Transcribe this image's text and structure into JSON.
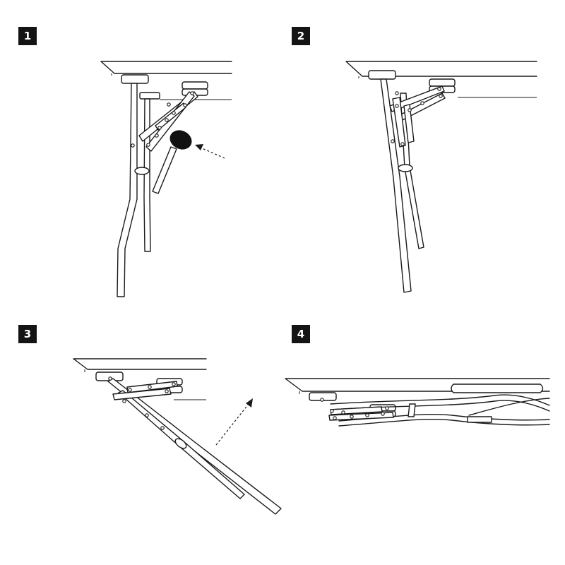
{
  "steps": [
    {
      "number": "1"
    },
    {
      "number": "2"
    },
    {
      "number": "3"
    },
    {
      "number": "4"
    }
  ],
  "colors": {
    "badge_background": "#141414",
    "line": "#1a1a1a",
    "background": "#ffffff"
  },
  "icons": {
    "step_1": [
      "table-top-icon",
      "table-leg-icon",
      "folding-brace-icon",
      "rubber-mallet-icon",
      "dashed-arrow-icon"
    ],
    "step_2": [
      "table-top-icon",
      "table-leg-icon",
      "folding-brace-icon"
    ],
    "step_3": [
      "table-top-icon",
      "table-leg-icon",
      "folding-brace-icon",
      "dashed-arrow-icon"
    ],
    "step_4": [
      "table-top-icon",
      "folded-leg-icon",
      "folding-brace-icon"
    ]
  }
}
